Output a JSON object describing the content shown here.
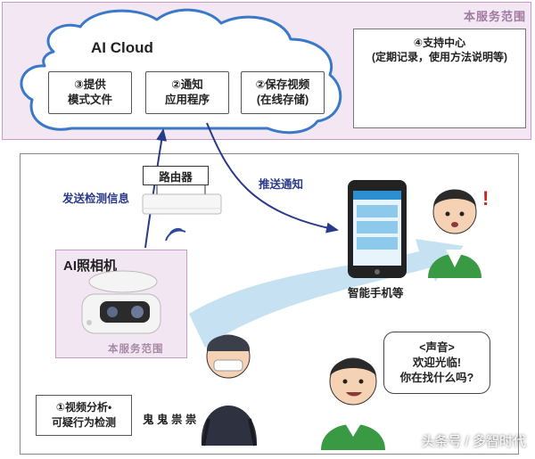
{
  "top_region": {
    "scope_label": "本服务范围"
  },
  "cloud": {
    "title": "AI Cloud",
    "modules": [
      {
        "line1": "③提供",
        "line2": "模式文件"
      },
      {
        "line1": "②通知",
        "line2": "应用程序"
      },
      {
        "line1": "②保存视频",
        "line2": "(在线存储)"
      }
    ]
  },
  "support": {
    "title": "④支持中心",
    "subtitle": "(定期记录，使用方法说明等)"
  },
  "router": {
    "label": "路由器"
  },
  "arrows": {
    "send_detection": "发送检测信息",
    "push_notification": "推送通知"
  },
  "camera": {
    "title": "AI照相机",
    "scope_label": "本服务范围"
  },
  "phone": {
    "label": "智能手机等"
  },
  "analysis": {
    "line1": "①视频分析•",
    "line2": "可疑行为检测"
  },
  "suspicious": {
    "label": "鬼 鬼 祟 祟"
  },
  "speech": {
    "line1": "<声音>",
    "line2": "欢迎光临!",
    "line3": "你在找什么吗?"
  },
  "watermark": "头条号 / 多智时代",
  "colors": {
    "region_fill": "#f2e7f2",
    "cloud_border": "#3a78c8",
    "arrow": "#2a3a8a",
    "flow": "#bcdcf0"
  }
}
